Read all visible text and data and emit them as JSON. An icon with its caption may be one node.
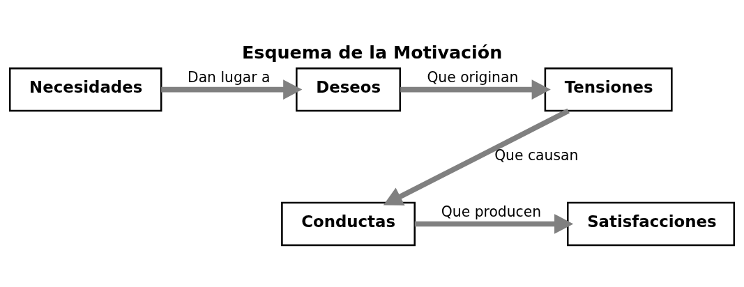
{
  "diagram": {
    "title": "Esquema de la Motivación",
    "nodes": [
      {
        "text": [
          "Necesidades"
        ]
      },
      {
        "text": [
          "Deseos"
        ]
      },
      {
        "text": [
          "Tensiones"
        ]
      },
      {
        "text": [
          "Conductas"
        ]
      },
      {
        "text": [
          "Satisfacciones"
        ]
      }
    ],
    "edges": [
      {
        "from": 0,
        "to": 1,
        "arrow": "to",
        "label": "Dan lugar a"
      },
      {
        "from": 1,
        "to": 2,
        "arrow": "to",
        "label": "Que originan"
      },
      {
        "from": 2,
        "to": 3,
        "arrow": "to",
        "label": "Que causan"
      },
      {
        "from": 3,
        "to": 4,
        "arrow": "to",
        "label": "Que producen"
      }
    ]
  }
}
